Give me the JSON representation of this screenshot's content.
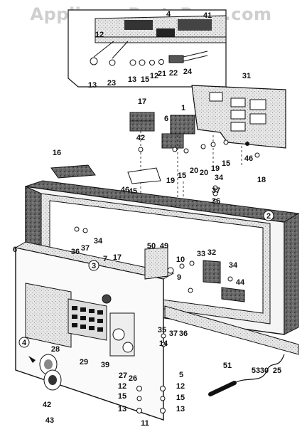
{
  "watermark": "AppliancePartsPros.com",
  "part_labels": [
    "41",
    "4",
    "12",
    "13",
    "23",
    "13",
    "15",
    "12",
    "21",
    "22",
    "24",
    "31",
    "1",
    "17",
    "6",
    "42",
    "19",
    "15",
    "20",
    "20",
    "19",
    "15",
    "46",
    "18",
    "16",
    "34",
    "37",
    "36",
    "46",
    "45",
    "2",
    "34",
    "36",
    "37",
    "6",
    "3",
    "7",
    "17",
    "50",
    "49",
    "10",
    "9",
    "33",
    "32",
    "34",
    "44",
    "35",
    "37",
    "36",
    "4",
    "14",
    "28",
    "29",
    "39",
    "27",
    "26",
    "5",
    "42",
    "43",
    "12",
    "15",
    "13",
    "11",
    "12",
    "15",
    "13",
    "51",
    "53",
    "30",
    "25"
  ]
}
